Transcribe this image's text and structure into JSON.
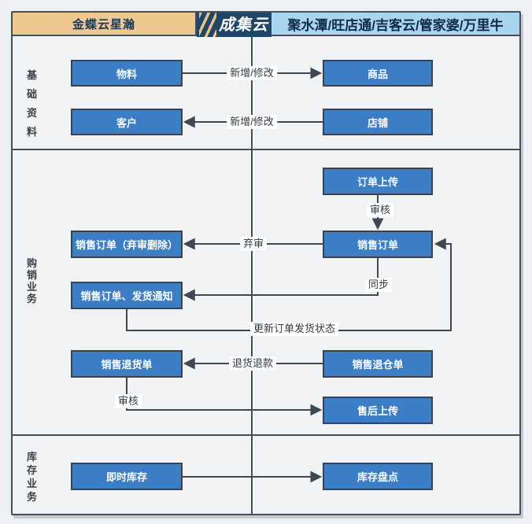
{
  "header": {
    "left_system": "金蝶云星瀚",
    "logo": "成集云",
    "platforms": "聚水潭/旺店通/吉客云/管家婆/万里牛"
  },
  "sections": [
    {
      "id": "basic-data",
      "label": "基础资料"
    },
    {
      "id": "purchase-sales",
      "label": "购销业务"
    },
    {
      "id": "inventory",
      "label": "库存业务"
    }
  ],
  "nodes": [
    {
      "id": "material",
      "label": "物料"
    },
    {
      "id": "product",
      "label": "商品"
    },
    {
      "id": "customer",
      "label": "客户"
    },
    {
      "id": "shop",
      "label": "店铺"
    },
    {
      "id": "order-upload",
      "label": "订单上传"
    },
    {
      "id": "sales-order-discard-delete",
      "label": "销售订单（弃审删除）"
    },
    {
      "id": "sales-order",
      "label": "销售订单"
    },
    {
      "id": "sales-order-delivery-notice",
      "label": "销售订单、发货通知"
    },
    {
      "id": "sales-return-order",
      "label": "销售退货单"
    },
    {
      "id": "sales-return-warehouse-order",
      "label": "销售退仓单"
    },
    {
      "id": "aftersale-upload",
      "label": "售后上传"
    },
    {
      "id": "realtime-inventory",
      "label": "即时库存"
    },
    {
      "id": "inventory-count",
      "label": "库存盘点"
    }
  ],
  "edge_labels": [
    {
      "id": "material-to-product",
      "label": "新增/修改"
    },
    {
      "id": "shop-to-customer",
      "label": "新增/修改"
    },
    {
      "id": "order-upload-audit",
      "label": "审核"
    },
    {
      "id": "discard-audit",
      "label": "弃审"
    },
    {
      "id": "sync",
      "label": "同步"
    },
    {
      "id": "update-delivery-status",
      "label": "更新订单发货状态"
    },
    {
      "id": "return-refund",
      "label": "退货退款"
    },
    {
      "id": "return-audit",
      "label": "审核"
    }
  ],
  "colors": {
    "node_fill": "#3b7ec5",
    "node_border": "#3a434d",
    "line": "#3f4852",
    "header_tan": "#edc98f",
    "header_navy": "#1f4568",
    "header_light_blue": "#a8d5f0",
    "canvas_bg": "#f1f2f4"
  }
}
